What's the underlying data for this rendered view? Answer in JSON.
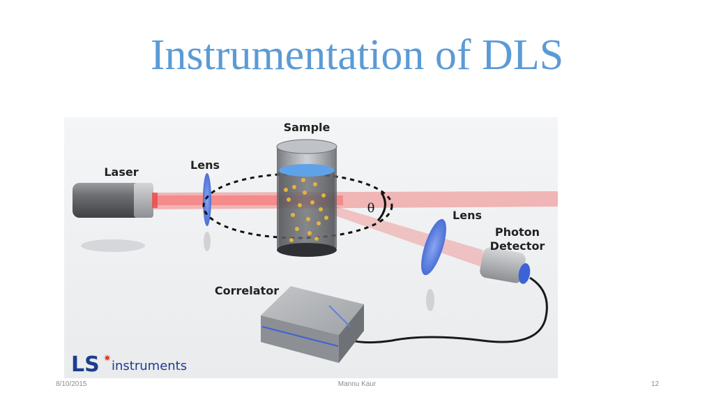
{
  "slide": {
    "title": "Instrumentation of DLS"
  },
  "diagram": {
    "labels": {
      "sample": "Sample",
      "laser": "Laser",
      "lens1": "Lens",
      "lens2": "Lens",
      "detector_line1": "Photon",
      "detector_line2": "Detector",
      "correlator": "Correlator",
      "theta": "θ"
    },
    "logo": {
      "ls": "LS",
      "instruments": "instruments"
    }
  },
  "footer": {
    "date": "8/10/2015",
    "author": "Mannu Kaur",
    "page": "12"
  }
}
